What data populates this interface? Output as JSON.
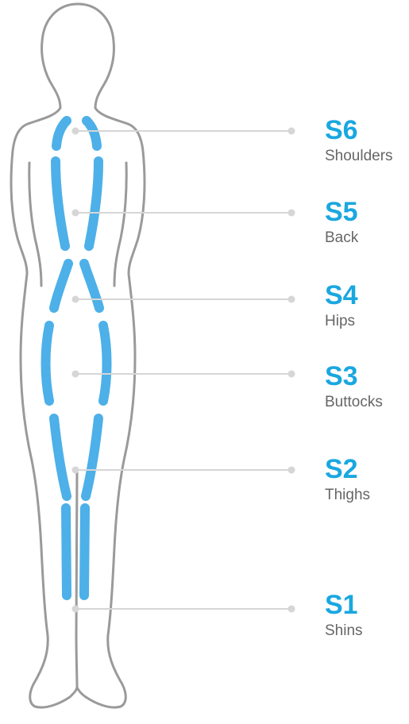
{
  "colors": {
    "accent": "#1aa7e0",
    "segment_fill": "#4db0e8",
    "silhouette_stroke": "#9a9a9a",
    "leader_line": "#d6d6d6",
    "label_text": "#666666"
  },
  "zones": [
    {
      "code": "S6",
      "name": "Shoulders"
    },
    {
      "code": "S5",
      "name": "Back"
    },
    {
      "code": "S4",
      "name": "Hips"
    },
    {
      "code": "S3",
      "name": "Buttocks"
    },
    {
      "code": "S2",
      "name": "Thighs"
    },
    {
      "code": "S1",
      "name": "Shins"
    }
  ]
}
